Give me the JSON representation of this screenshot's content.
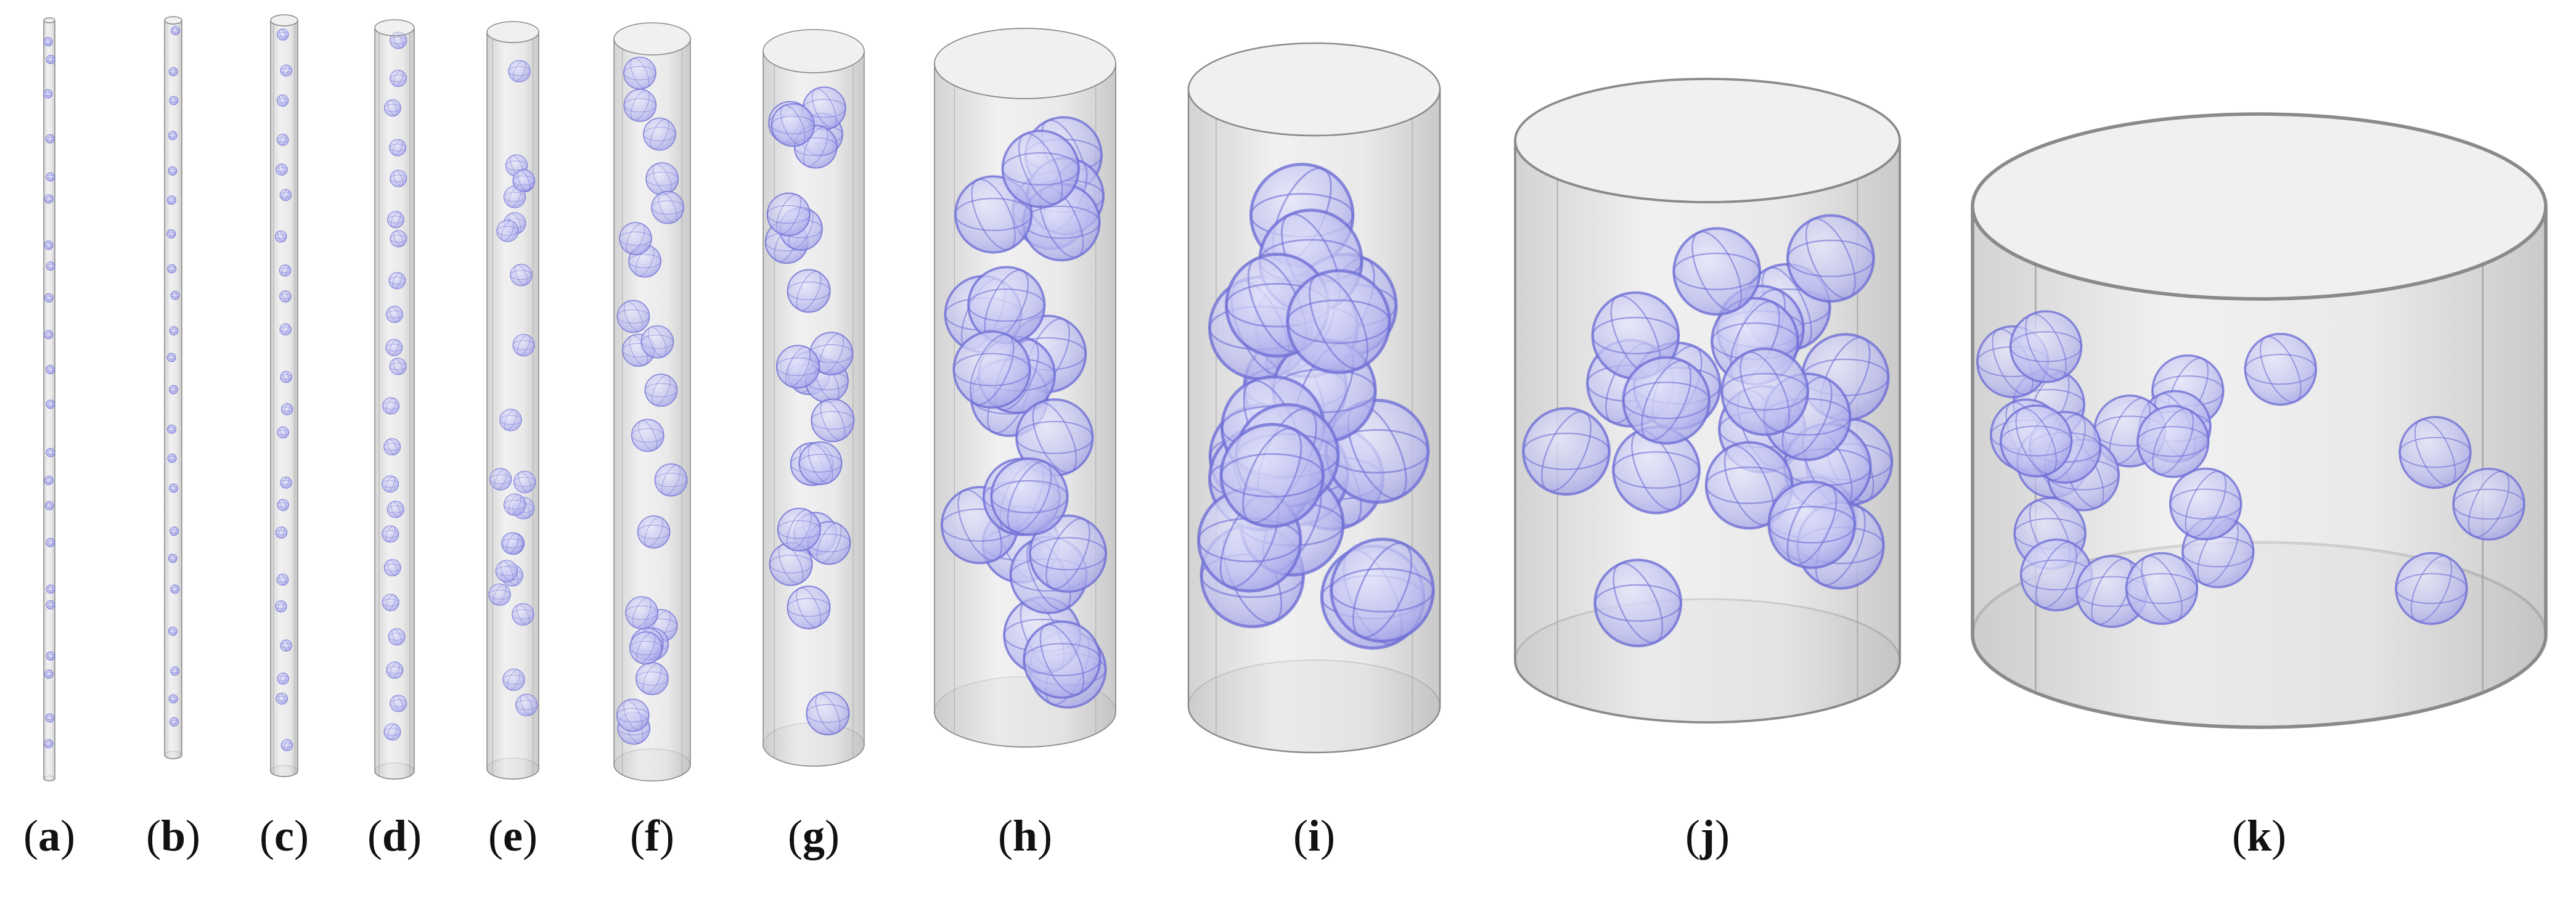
{
  "panels": [
    {
      "id": "a",
      "letter": "a",
      "spheres": 22
    },
    {
      "id": "b",
      "letter": "b",
      "spheres": 22
    },
    {
      "id": "c",
      "letter": "c",
      "spheres": 22
    },
    {
      "id": "d",
      "letter": "d",
      "spheres": 22
    },
    {
      "id": "e",
      "letter": "e",
      "spheres": 22
    },
    {
      "id": "f",
      "letter": "f",
      "spheres": 22
    },
    {
      "id": "g",
      "letter": "g",
      "spheres": 22
    },
    {
      "id": "h",
      "letter": "h",
      "spheres": 22
    },
    {
      "id": "i",
      "letter": "i",
      "spheres": 22
    },
    {
      "id": "j",
      "letter": "j",
      "spheres": 22
    },
    {
      "id": "k",
      "letter": "k",
      "spheres": 22
    }
  ],
  "colors": {
    "cylinder_fill": "#dcdcdc",
    "cylinder_stroke": "#8a8a8a",
    "sphere_fill": "#b9b9ef",
    "sphere_stroke": "#6f6fd6"
  }
}
